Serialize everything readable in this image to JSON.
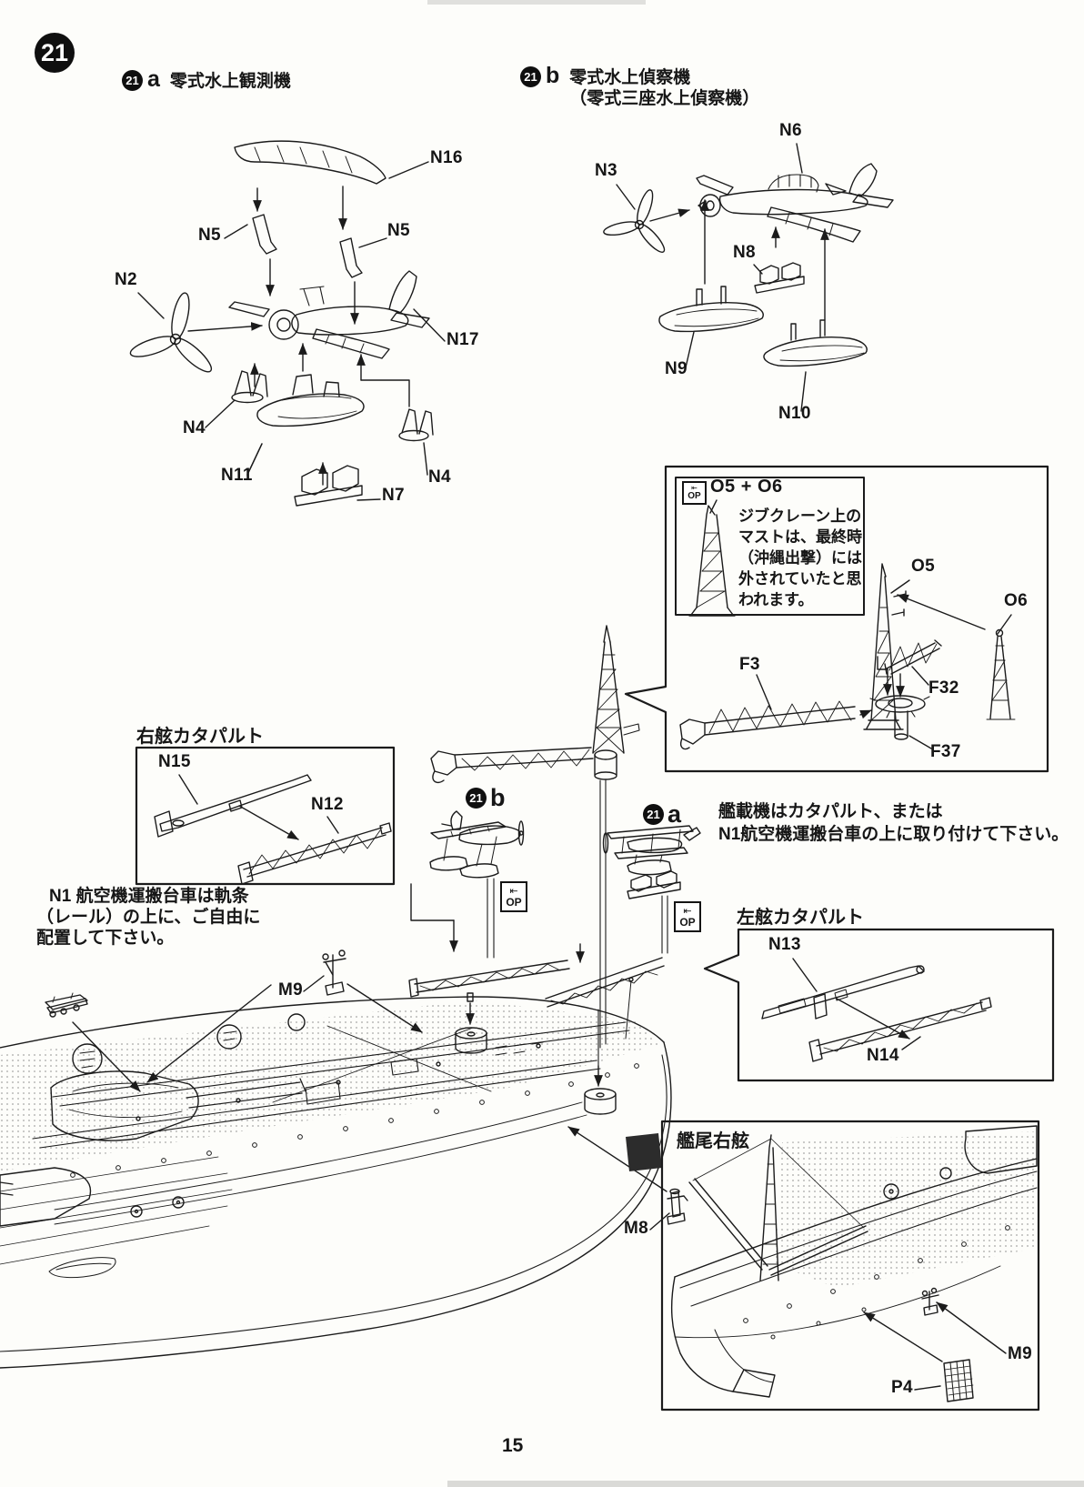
{
  "page": {
    "step_number": "21",
    "page_number": "15"
  },
  "colors": {
    "ink": "#1b1b1b",
    "paper": "#fdfdfa"
  },
  "sections": {
    "a": {
      "badge": "21",
      "letter": "a",
      "title": "零式水上観測機"
    },
    "b": {
      "badge": "21",
      "letter": "b",
      "title": "零式水上偵察機",
      "subtitle": "（零式三座水上偵察機）"
    }
  },
  "aircraft_a_parts": {
    "n16": "N16",
    "n5": "N5",
    "n2": "N2",
    "n17": "N17",
    "n4": "N4",
    "n11": "N11",
    "n7": "N7"
  },
  "aircraft_b_parts": {
    "n3": "N3",
    "n6": "N6",
    "n8": "N8",
    "n9": "N9",
    "n10": "N10"
  },
  "crane_box": {
    "heading": "O5 + O6",
    "note_lines": [
      "ジブクレーン上の",
      "マストは、最終時",
      "（沖縄出撃）には",
      "外されていたと思",
      "われます。"
    ]
  },
  "callout_labels": {
    "o5": "O5",
    "o6": "O6",
    "f3": "F3",
    "f32": "F32",
    "f37": "F37"
  },
  "stbd_catapult": {
    "title": "右舷カタパルト",
    "n15": "N15",
    "n12": "N12"
  },
  "port_catapult": {
    "title": "左舷カタパルト",
    "n13": "N13",
    "n14": "N14"
  },
  "stern_box": {
    "title": "艦尾右舷",
    "m9": "M9",
    "p4": "P4"
  },
  "deck_labels": {
    "m9": "M9",
    "m8": "M8"
  },
  "notes": {
    "mount_lines": [
      "艦載機はカタパルト、または",
      "N1航空機運搬台車の上に取り付けて下さい。"
    ],
    "cart_lines": [
      "N1 航空機運搬台車は軌条",
      "（レール）の上に、ご自由に",
      "配置して下さい。"
    ]
  },
  "op_icon": {
    "label": "OP",
    "glyph": "⇤"
  },
  "thumbnails": {
    "b": {
      "badge": "21",
      "letter": "b"
    },
    "a": {
      "badge": "21",
      "letter": "a"
    }
  }
}
